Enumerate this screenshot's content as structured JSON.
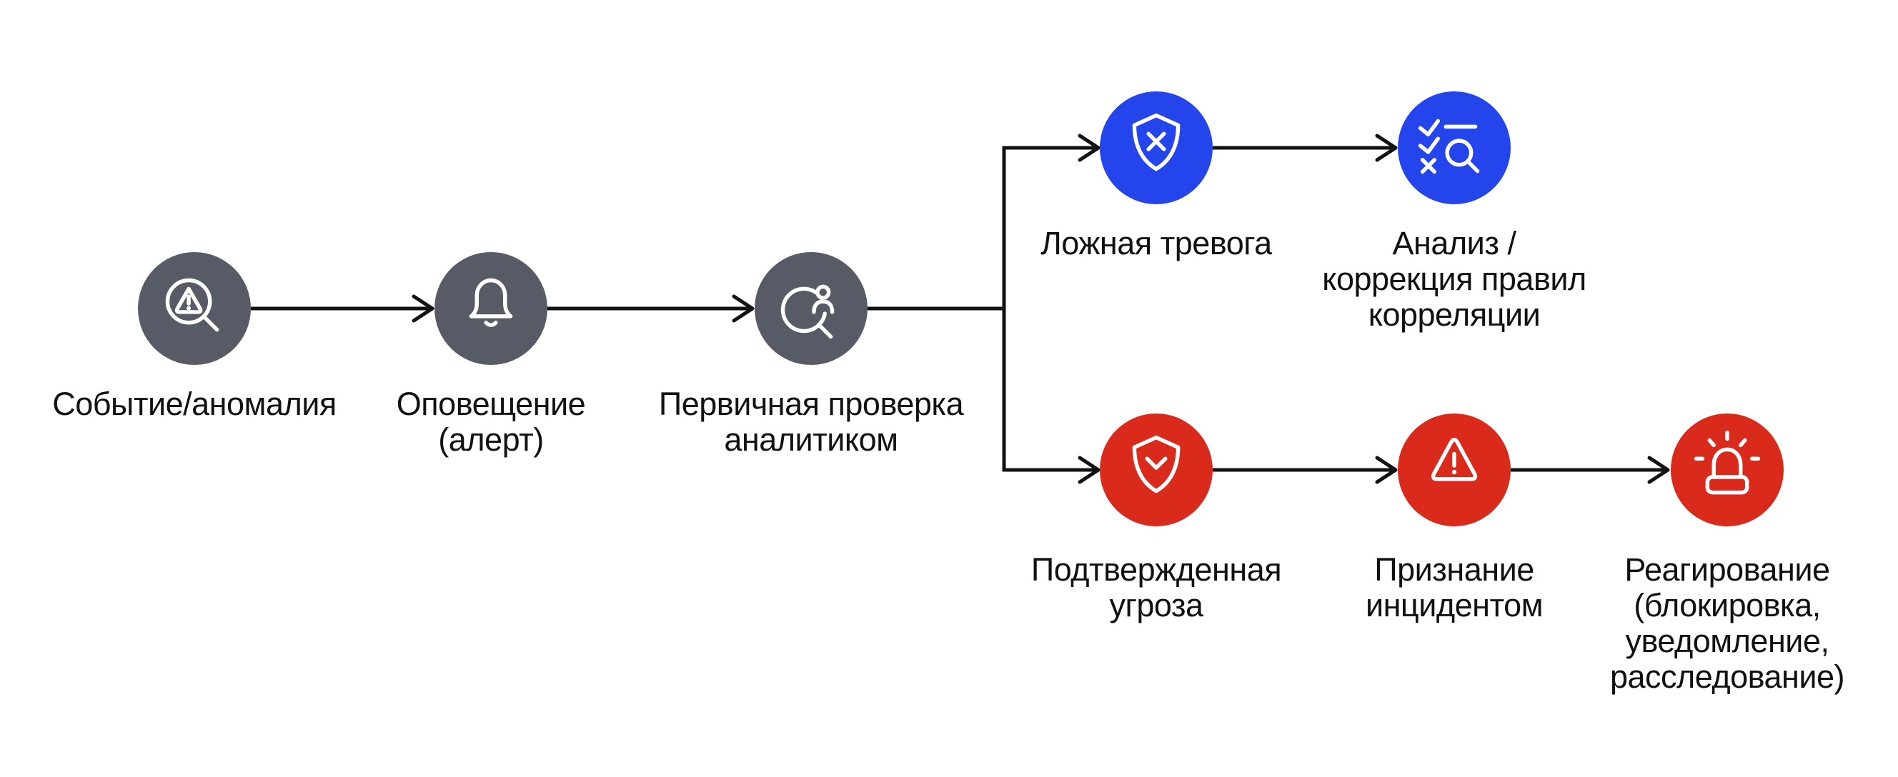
{
  "diagram": {
    "background": "#ffffff",
    "colors": {
      "background": "#ffffff",
      "neutral": "#575b66",
      "branch_false": "#2444ec",
      "branch_threat": "#da2a1c",
      "connector": "#121212",
      "label": "#111111",
      "icon_stroke": "#ffffff"
    },
    "nodes": [
      {
        "id": "event",
        "icon": "magnifier-warning-icon",
        "label_lines": [
          "Событие/аномалия"
        ]
      },
      {
        "id": "alert",
        "icon": "bell-icon",
        "label_lines": [
          "Оповещение",
          "(алерт)"
        ]
      },
      {
        "id": "analyst-check",
        "icon": "analyst-magnifier-icon",
        "label_lines": [
          "Первичная проверка",
          "аналитиком"
        ]
      },
      {
        "id": "false-alarm",
        "icon": "shield-x-icon",
        "label_lines": [
          "Ложная тревога"
        ]
      },
      {
        "id": "rule-correction",
        "icon": "checklist-magnifier-icon",
        "label_lines": [
          "Анализ /",
          "коррекция правил",
          "корреляции"
        ]
      },
      {
        "id": "confirmed-threat",
        "icon": "shield-check-icon",
        "label_lines": [
          "Подтвержденная",
          "угроза"
        ]
      },
      {
        "id": "incident",
        "icon": "warning-triangle-icon",
        "label_lines": [
          "Признание",
          "инцидентом"
        ]
      },
      {
        "id": "response",
        "icon": "siren-icon",
        "label_lines": [
          "Реагирование",
          "(блокировка,",
          "уведомление,",
          "расследование)"
        ]
      }
    ]
  }
}
